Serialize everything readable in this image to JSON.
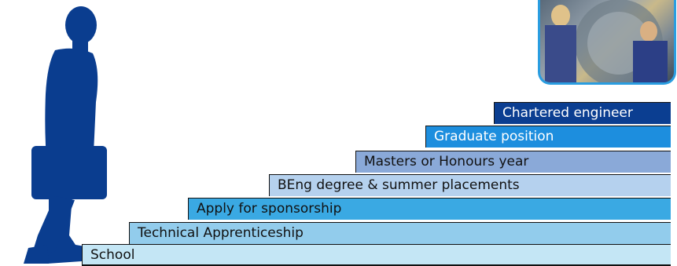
{
  "steps": [
    {
      "label": "School",
      "color": "#c4e6f5"
    },
    {
      "label": "Technical Apprenticeship",
      "color": "#92ccec"
    },
    {
      "label": "Apply for sponsorship",
      "color": "#3aa9e3"
    },
    {
      "label": "BEng degree & summer placements",
      "color": "#b5d1ee"
    },
    {
      "label": "Masters or Honours year",
      "color": "#8aa9d8"
    },
    {
      "label": "Graduate position",
      "color": "#1d8ede"
    },
    {
      "label": "Chartered engineer",
      "color": "#0b3e91"
    }
  ],
  "figure": {
    "icon": "walking-person-with-briefcase-silhouette",
    "color": "#0a3d8f"
  },
  "photo": {
    "icon": "engineers-photo"
  }
}
